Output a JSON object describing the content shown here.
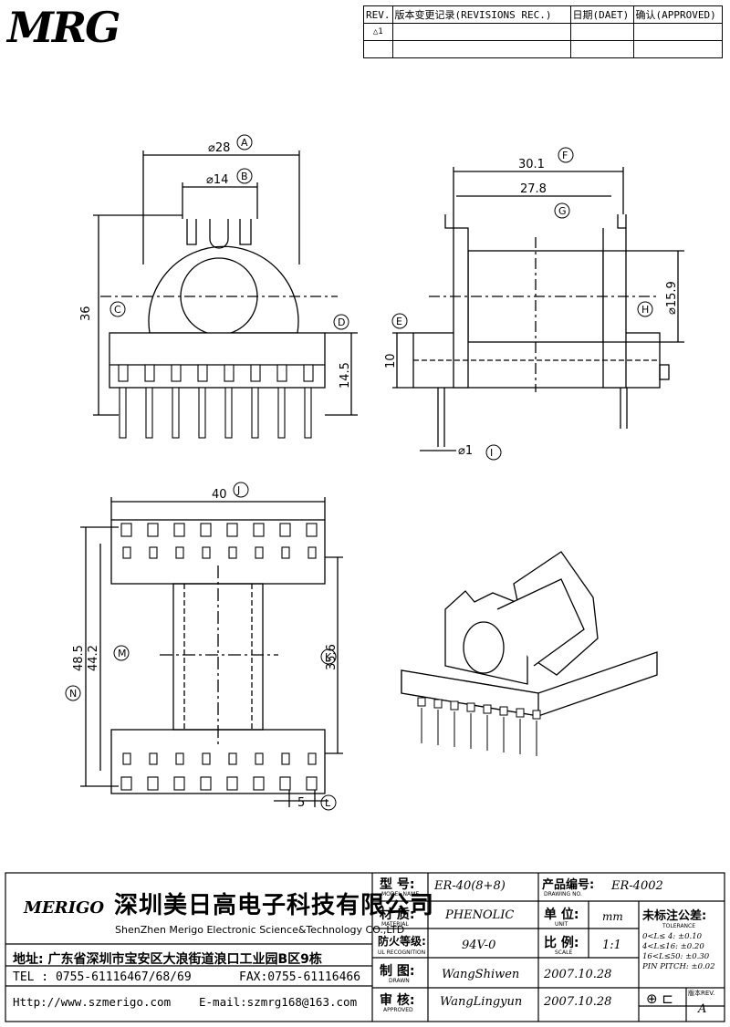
{
  "header": {
    "logo": "MRG",
    "rev_label": "REV.",
    "rev_record_label": "版本变更记录(REVISIONS REC.)",
    "date_label": "日期(DAET)",
    "approved_label": "确认(APPROVED)",
    "rev_mark": "1"
  },
  "dims": {
    "A": "A",
    "B": "B",
    "C": "C",
    "D": "D",
    "E": "E",
    "F": "F",
    "G": "G",
    "H": "H",
    "I": "I",
    "J": "J",
    "K": "K",
    "L": "L",
    "M": "M",
    "N": "N",
    "d28": "⌀28",
    "d14": "⌀14",
    "d36": "36",
    "d14_5": "14.5",
    "d30_1": "30.1",
    "d27_8": "27.8",
    "d15_9": "⌀15.9",
    "d10": "10",
    "d1": "⌀1",
    "d40": "40",
    "d48_5": "48.5",
    "d44_2": "44.2",
    "d35_6": "35.6",
    "d5": "5"
  },
  "titleblock": {
    "company_logo": "MERIGO",
    "company_cn": "深圳美日高电子科技有限公司",
    "company_en": "ShenZhen Merigo Electronic Science&Technology CO.,LTD",
    "address": "地址: 广东省深圳市宝安区大浪街道浪口工业园B区9栋",
    "tel": "TEL : 0755-61116467/68/69",
    "fax": "FAX:0755-61116466",
    "http": "Http://www.szmerigo.com",
    "email": "E-mail:szmrg168@163.com",
    "model_label": "型 号:",
    "model_label_en": "MODEL NAME",
    "model": "ER-40(8+8)",
    "drawing_label": "产品编号:",
    "drawing_label_en": "DRAWING NO.",
    "drawing": "ER-4002",
    "material_label": "材 质:",
    "material_label_en": "MATERIAL",
    "material": "PHENOLIC",
    "unit_label": "单 位:",
    "unit_label_en": "UNIT",
    "unit": "mm",
    "fire_label": "防火等级:",
    "fire_label_en": "UL RECOGNITION",
    "fire": "94V-0",
    "scale_label": "比 例:",
    "scale_label_en": "SCALE",
    "scale": "1:1",
    "drawn_label": "制 图:",
    "drawn_label_en": "DRAWN",
    "drawn": "WangShiwen",
    "drawn_date": "2007.10.28",
    "approved_label": "审 核:",
    "approved_label_en": "APPROVED",
    "approved": "WangLingyun",
    "approved_date": "2007.10.28",
    "tol_title": "未标注公差:",
    "tol_title_en": "TOLERANCE",
    "tol": [
      "0<L≤ 4:  ±0.10",
      "4<L≤16:  ±0.20",
      "16<L≤50: ±0.30",
      "PIN PITCH: ±0.02"
    ],
    "rev_title": "版本REV.",
    "rev_value": "A"
  }
}
